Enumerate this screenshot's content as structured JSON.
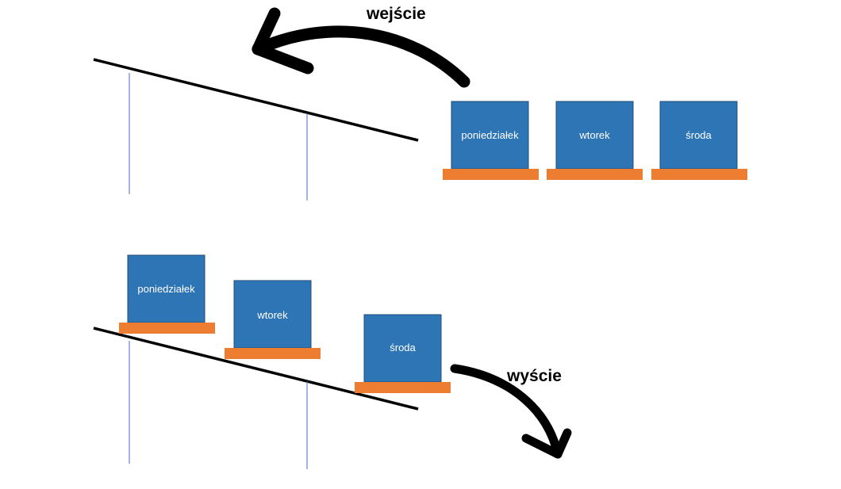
{
  "labels": {
    "entry": "wejście",
    "exit": "wyście"
  },
  "top_row": {
    "boxes": [
      {
        "label": "poniedziałek"
      },
      {
        "label": "wtorek"
      },
      {
        "label": "środa"
      }
    ]
  },
  "bottom_row": {
    "boxes": [
      {
        "label": "poniedziałek"
      },
      {
        "label": "wtorek"
      },
      {
        "label": "środa"
      }
    ]
  },
  "colors": {
    "box": "#2e75b6",
    "box_border": "#1f4e79",
    "pallet": "#ed7d31",
    "rail": "#000000",
    "post": "#4472c4",
    "arrow": "#000000"
  }
}
